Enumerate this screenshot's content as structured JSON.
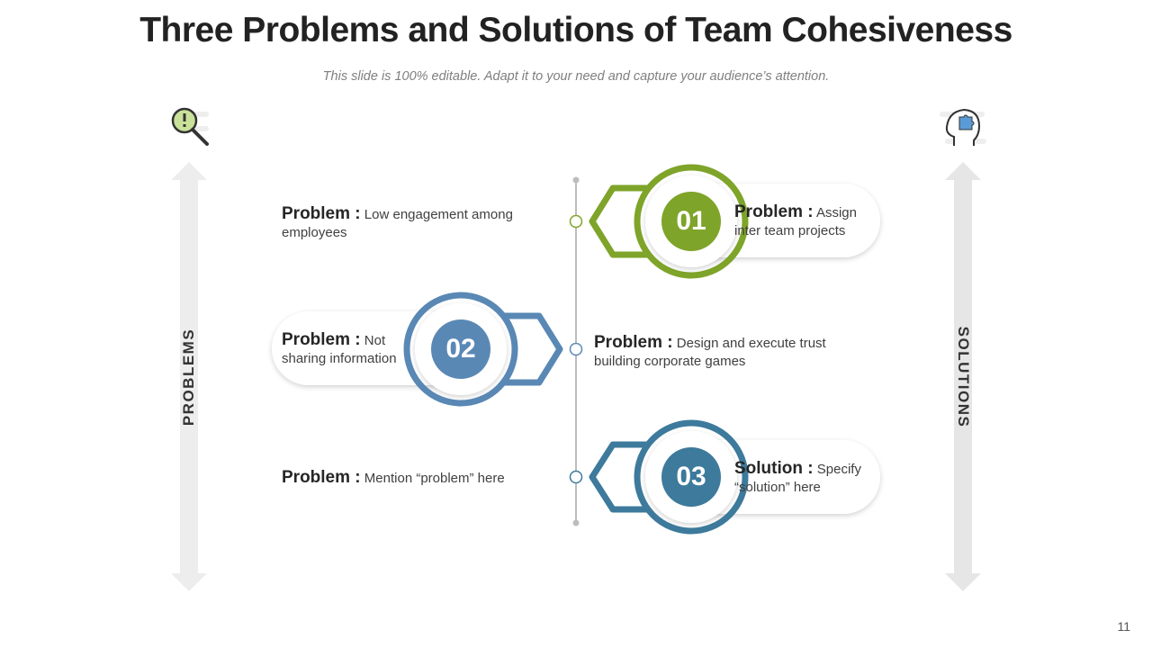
{
  "title": "Three Problems and Solutions of Team Cohesiveness",
  "subtitle": "This slide is 100% editable. Adapt it to your need and capture your audience’s attention.",
  "left_axis_label": "PROBLEMS",
  "right_axis_label": "SOLUTIONS",
  "icons": {
    "left": "magnifier-alert-icon",
    "right": "head-puzzle-icon"
  },
  "items": [
    {
      "number": "01",
      "color": "#7ea429",
      "left_text": {
        "head": "Problem :",
        "body": "Low engagement among employees"
      },
      "right_text": {
        "head": "Problem :",
        "body": "Assign inter team projects"
      }
    },
    {
      "number": "02",
      "color": "#5a88b5",
      "left_text": {
        "head": "Problem :",
        "body": "Not sharing information"
      },
      "right_text": {
        "head": "Problem :",
        "body": "Design and execute trust building corporate games"
      }
    },
    {
      "number": "03",
      "color": "#3d7a9c",
      "left_text": {
        "head": "Problem :",
        "body": "Mention “problem” here"
      },
      "right_text": {
        "head": "Solution :",
        "body": "Specify “solution” here"
      }
    }
  ],
  "page_number": "11"
}
